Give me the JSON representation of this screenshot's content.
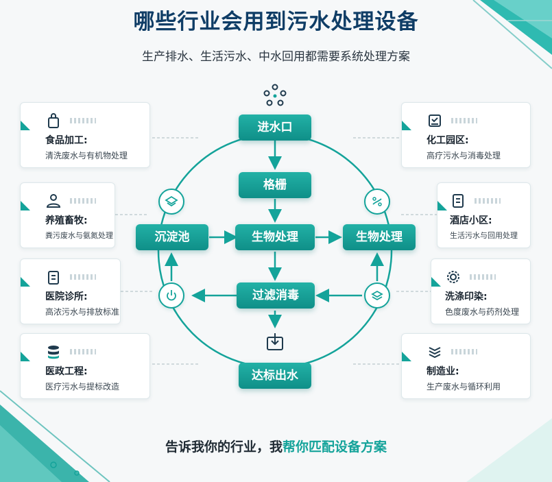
{
  "title": "哪些行业会用到污水处理设备",
  "subtitle": "生产排水、生活污水、中水回用都需要系统处理方案",
  "footer": {
    "prefix": "告诉我你的行业，我",
    "highlight": "帮你匹配设备方案"
  },
  "colors": {
    "accent": "#14a39a",
    "title": "#0f3d66"
  },
  "process": {
    "inlet": "进水口",
    "grille": "格栅",
    "bio_center": "生物处理",
    "bio_right": "生物处理",
    "sediment": "沉淀池",
    "filter": "过滤消毒",
    "outlet": "达标出水"
  },
  "cards": {
    "food": {
      "title": "食品加工:",
      "desc": "清洗废水与有机物处理",
      "icon": "lock-bag-icon"
    },
    "livestock": {
      "title": "养殖畜牧:",
      "desc": "粪污废水与氨氮处理",
      "icon": "farmer-icon"
    },
    "hospital": {
      "title": "医院诊所:",
      "desc": "高浓污水与排放标准",
      "icon": "clipboard-icon"
    },
    "municipal": {
      "title": "医政工程:",
      "desc": "医疗污水与提标改造",
      "icon": "database-icon"
    },
    "chemical": {
      "title": "化工园区:",
      "desc": "高疗污水与消毒处理",
      "icon": "inbox-check-icon"
    },
    "hotel": {
      "title": "酒店小区:",
      "desc": "生活污水与回用处理",
      "icon": "document-icon"
    },
    "dyeing": {
      "title": "洗涤印染:",
      "desc": "色度废水与药剂处理",
      "icon": "gear-icon"
    },
    "manufacturing": {
      "title": "制造业:",
      "desc": "生产废水与循环利用",
      "icon": "layers-chevron-icon"
    }
  }
}
